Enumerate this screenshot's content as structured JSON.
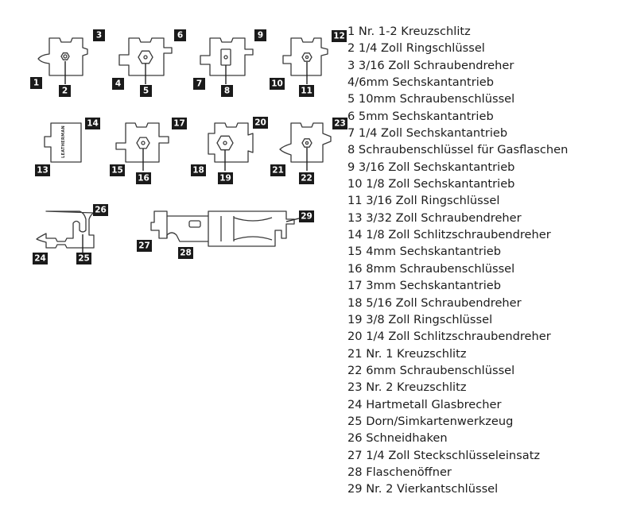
{
  "brand_engraving": "LEATHERMAN",
  "badges": [
    "1",
    "2",
    "3",
    "4",
    "5",
    "6",
    "7",
    "8",
    "9",
    "10",
    "11",
    "12",
    "13",
    "14",
    "15",
    "16",
    "17",
    "18",
    "19",
    "20",
    "21",
    "22",
    "23",
    "24",
    "25",
    "26",
    "27",
    "28",
    "29"
  ],
  "legend": [
    "1 Nr. 1-2 Kreuzschlitz",
    "2 1/4 Zoll Ringschlüssel",
    "3 3/16 Zoll Schraubendreher",
    "4/6mm Sechskantantrieb",
    "5 10mm Schraubenschlüssel",
    "6 5mm Sechskantantrieb",
    "7 1/4 Zoll Sechskantantrieb",
    "8 Schraubenschlüssel für Gasflaschen",
    "9 3/16 Zoll Sechskantantrieb",
    "10 1/8 Zoll Sechskantantrieb",
    "11 3/16 Zoll Ringschlüssel",
    "13 3/32 Zoll Schraubendreher",
    "14 1/8 Zoll Schlitzschraubendreher",
    "15 4mm Sechskantantrieb",
    "16 8mm Schraubenschlüssel",
    "17 3mm Sechskantantrieb",
    "18 5/16 Zoll Schraubendreher",
    "19 3/8 Zoll Ringschlüssel",
    "20 1/4 Zoll Schlitzschraubendreher",
    "21 Nr. 1 Kreuzschlitz",
    "22 6mm Schraubenschlüssel",
    "23 Nr. 2 Kreuzschlitz",
    "24 Hartmetall Glasbrecher",
    "25 Dorn/Simkartenwerkzeug",
    "26 Schneidhaken",
    "27 1/4 Zoll Steckschlüsseleinsatz",
    "28 Flaschenöffner",
    "29 Nr. 2 Vierkantschlüssel"
  ]
}
